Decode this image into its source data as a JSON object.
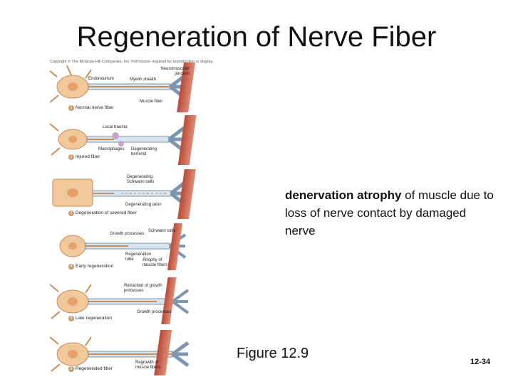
{
  "title": "Regeneration of Nerve Fiber",
  "copyright": "Copyright © The McGraw-Hill Companies, Inc. Permission required for reproduction or display.",
  "note": {
    "bold": "denervation atrophy",
    "rest": " of muscle due to loss of nerve contact by damaged nerve"
  },
  "figure_caption": "Figure 12.9",
  "slide_number": "12-34",
  "figure": {
    "labels": {
      "endoneurium": "Endoneurium",
      "nmj": "Neuromuscular junction",
      "myelin": "Myelin sheath",
      "muscle_fiber": "Muscle fiber",
      "local_trauma": "Local trauma",
      "macrophages": "Macrophages",
      "degen_terminal": "Degenerating terminal",
      "degen_schwann": "Degenerating Schwann cells",
      "degen_axon": "Degenerating axon",
      "growth_processes": "Growth processes",
      "schwann_cells": "Schwann cells",
      "regen_tube": "Regeneration tube",
      "atrophy": "Atrophy of muscle fibers",
      "retraction": "Retraction of growth processes",
      "growth_processes2": "Growth processes",
      "regrowth": "Regrowth of muscle fibers"
    },
    "stages": [
      {
        "num": "1",
        "label": "Normal nerve fiber"
      },
      {
        "num": "2",
        "label": "Injured fiber"
      },
      {
        "num": "3",
        "label": "Degeneration of severed fiber"
      },
      {
        "num": "4",
        "label": "Early regeneration"
      },
      {
        "num": "5",
        "label": "Late regeneration"
      },
      {
        "num": "6",
        "label": "Regenerated fiber"
      }
    ]
  }
}
